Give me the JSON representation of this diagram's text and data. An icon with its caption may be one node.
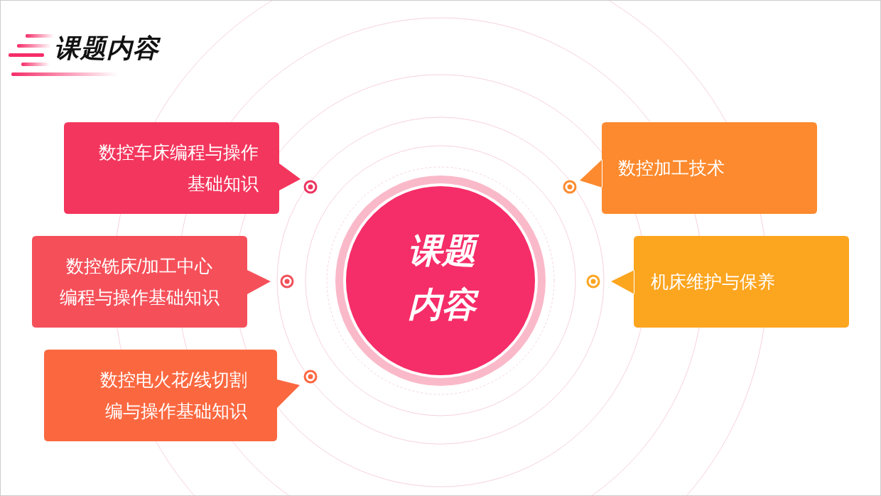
{
  "diagram": {
    "title": "课题内容",
    "nodes": [
      {
        "text": [
          "课题内容"
        ]
      },
      {
        "text": [
          "数控车床编程与操作基础知识"
        ]
      },
      {
        "text": [
          "数控铣床/加工中心编程与操作基础知识"
        ]
      },
      {
        "text": [
          "数控电火花/线切割编与操作基础知识"
        ]
      },
      {
        "text": [
          "数控加工技术"
        ]
      },
      {
        "text": [
          "机床维护与保养"
        ]
      }
    ]
  }
}
